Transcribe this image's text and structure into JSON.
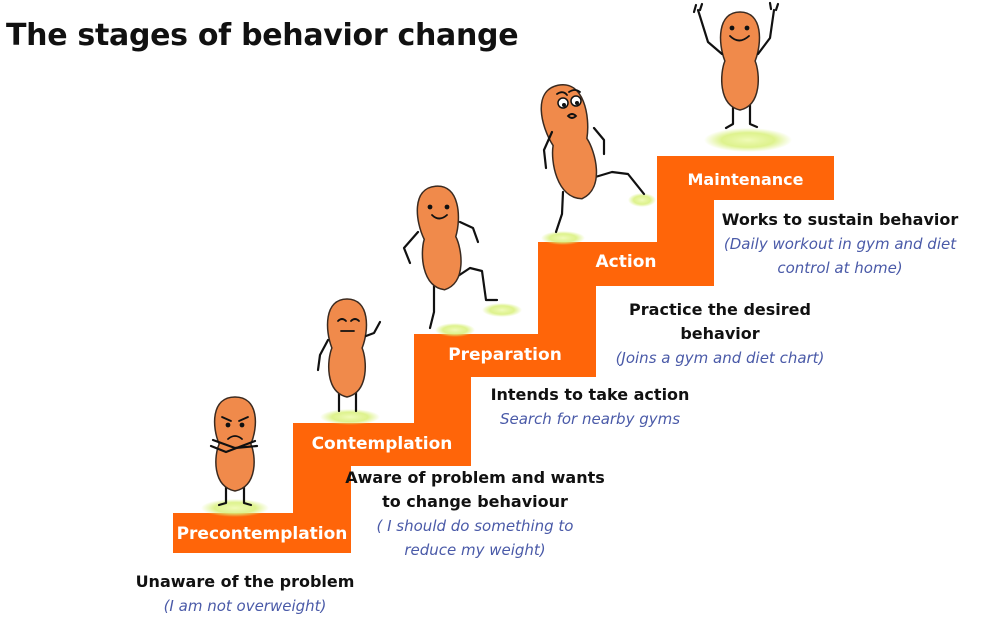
{
  "title": "The stages of behavior change",
  "colors": {
    "step": "#ff6509",
    "character": "#f08a4b",
    "character_outline": "#3a2a20",
    "glow": "#d8f07a",
    "sub_text": "#4a5aa8"
  },
  "stages": [
    {
      "name": "Precontemplation",
      "main_lines": [
        "Unaware of the problem"
      ],
      "sub_lines": [
        "(I am not overweight)"
      ],
      "character_mood": "grumpy, arms crossed"
    },
    {
      "name": "Contemplation",
      "main_lines": [
        "Aware of problem and wants",
        "to change behaviour"
      ],
      "sub_lines": [
        "( I should do something to",
        "reduce my weight)"
      ],
      "character_mood": "pondering"
    },
    {
      "name": "Preparation",
      "main_lines": [
        "Intends to take action"
      ],
      "sub_lines": [
        "Search for nearby gyms"
      ],
      "character_mood": "smiling, stepping up"
    },
    {
      "name": "Action",
      "main_lines": [
        "Practice the desired",
        "behavior"
      ],
      "sub_lines": [
        "(Joins a gym and diet chart)"
      ],
      "character_mood": "climbing"
    },
    {
      "name": "Maintenance",
      "main_lines": [
        "Works to sustain behavior"
      ],
      "sub_lines": [
        "(Daily workout in gym and diet",
        "control at home)"
      ],
      "character_mood": "happy, arms raised"
    }
  ]
}
